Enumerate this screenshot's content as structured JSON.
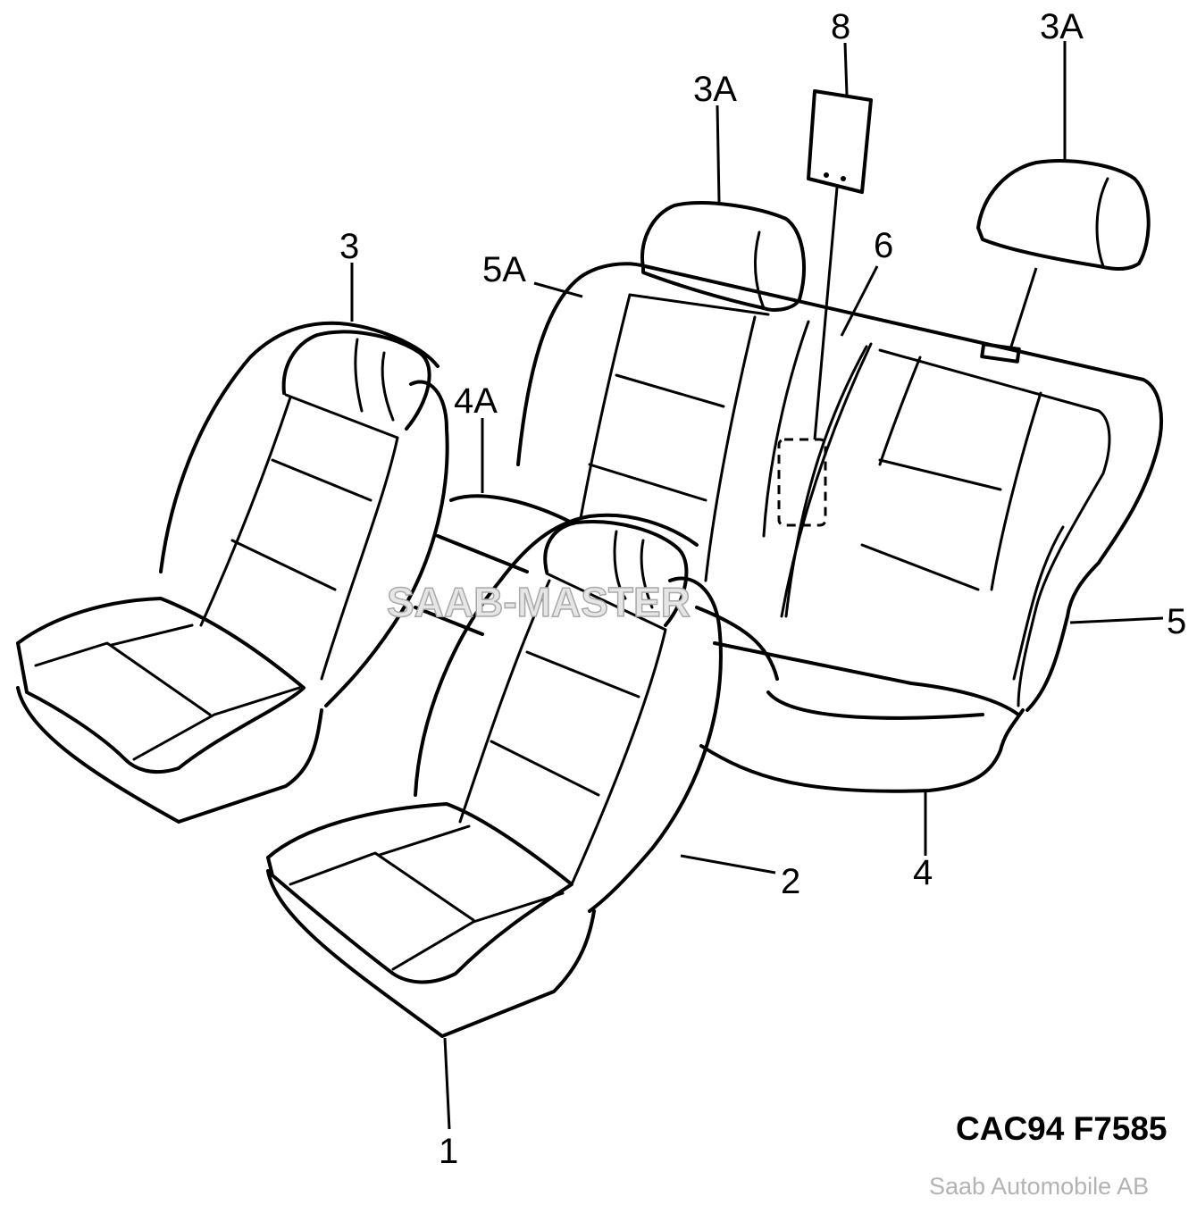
{
  "callouts": {
    "c8": "8",
    "c3a_left": "3A",
    "c3a_right": "3A",
    "c3": "3",
    "c5a": "5A",
    "c6": "6",
    "c4a": "4A",
    "c5": "5",
    "c2": "2",
    "c4": "4",
    "c1": "1"
  },
  "watermark": "SAAB-MASTER",
  "figure_code": "CAC94 F7585",
  "credit": "Saab Automobile AB"
}
